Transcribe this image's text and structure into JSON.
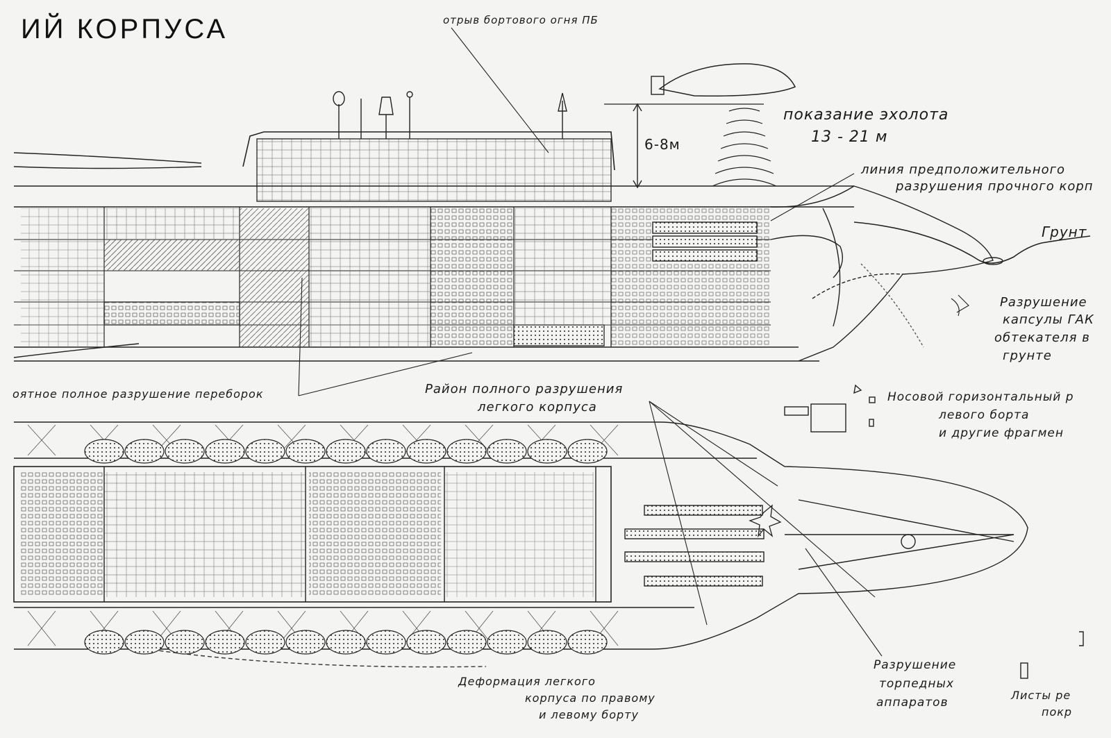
{
  "title": "ИЙ КОРПУСА",
  "labels": {
    "top_light_tear": "отрыв бортового огня ПБ",
    "echo": "показание эхолота",
    "echo_value": "13 - 21 м",
    "depth": "6-8м",
    "hull_line_1": "линия предположительного",
    "hull_line_2": "разрушения прочного корп",
    "ground": "Грунт",
    "gak_1": "Разрушение",
    "gak_2": "капсулы ГАК",
    "gak_3": "обтекателя в",
    "gak_4": "грунте",
    "bulkheads": "оятное полное разрушение переборок",
    "light_hull_1": "Район полного разрушения",
    "light_hull_2": "легкого корпуса",
    "rudder_1": "Носовой горизонтальный р",
    "rudder_2": "левого борта",
    "rudder_3": "и другие фрагмен",
    "deform_1": "Деформация легкого",
    "deform_2": "корпуса по правому",
    "deform_3": "и левому борту",
    "torpedo_1": "Разрушение",
    "torpedo_2": "торпедных",
    "torpedo_3": "аппаратов",
    "sheets_1": "Листы ре",
    "sheets_2": "покр"
  }
}
